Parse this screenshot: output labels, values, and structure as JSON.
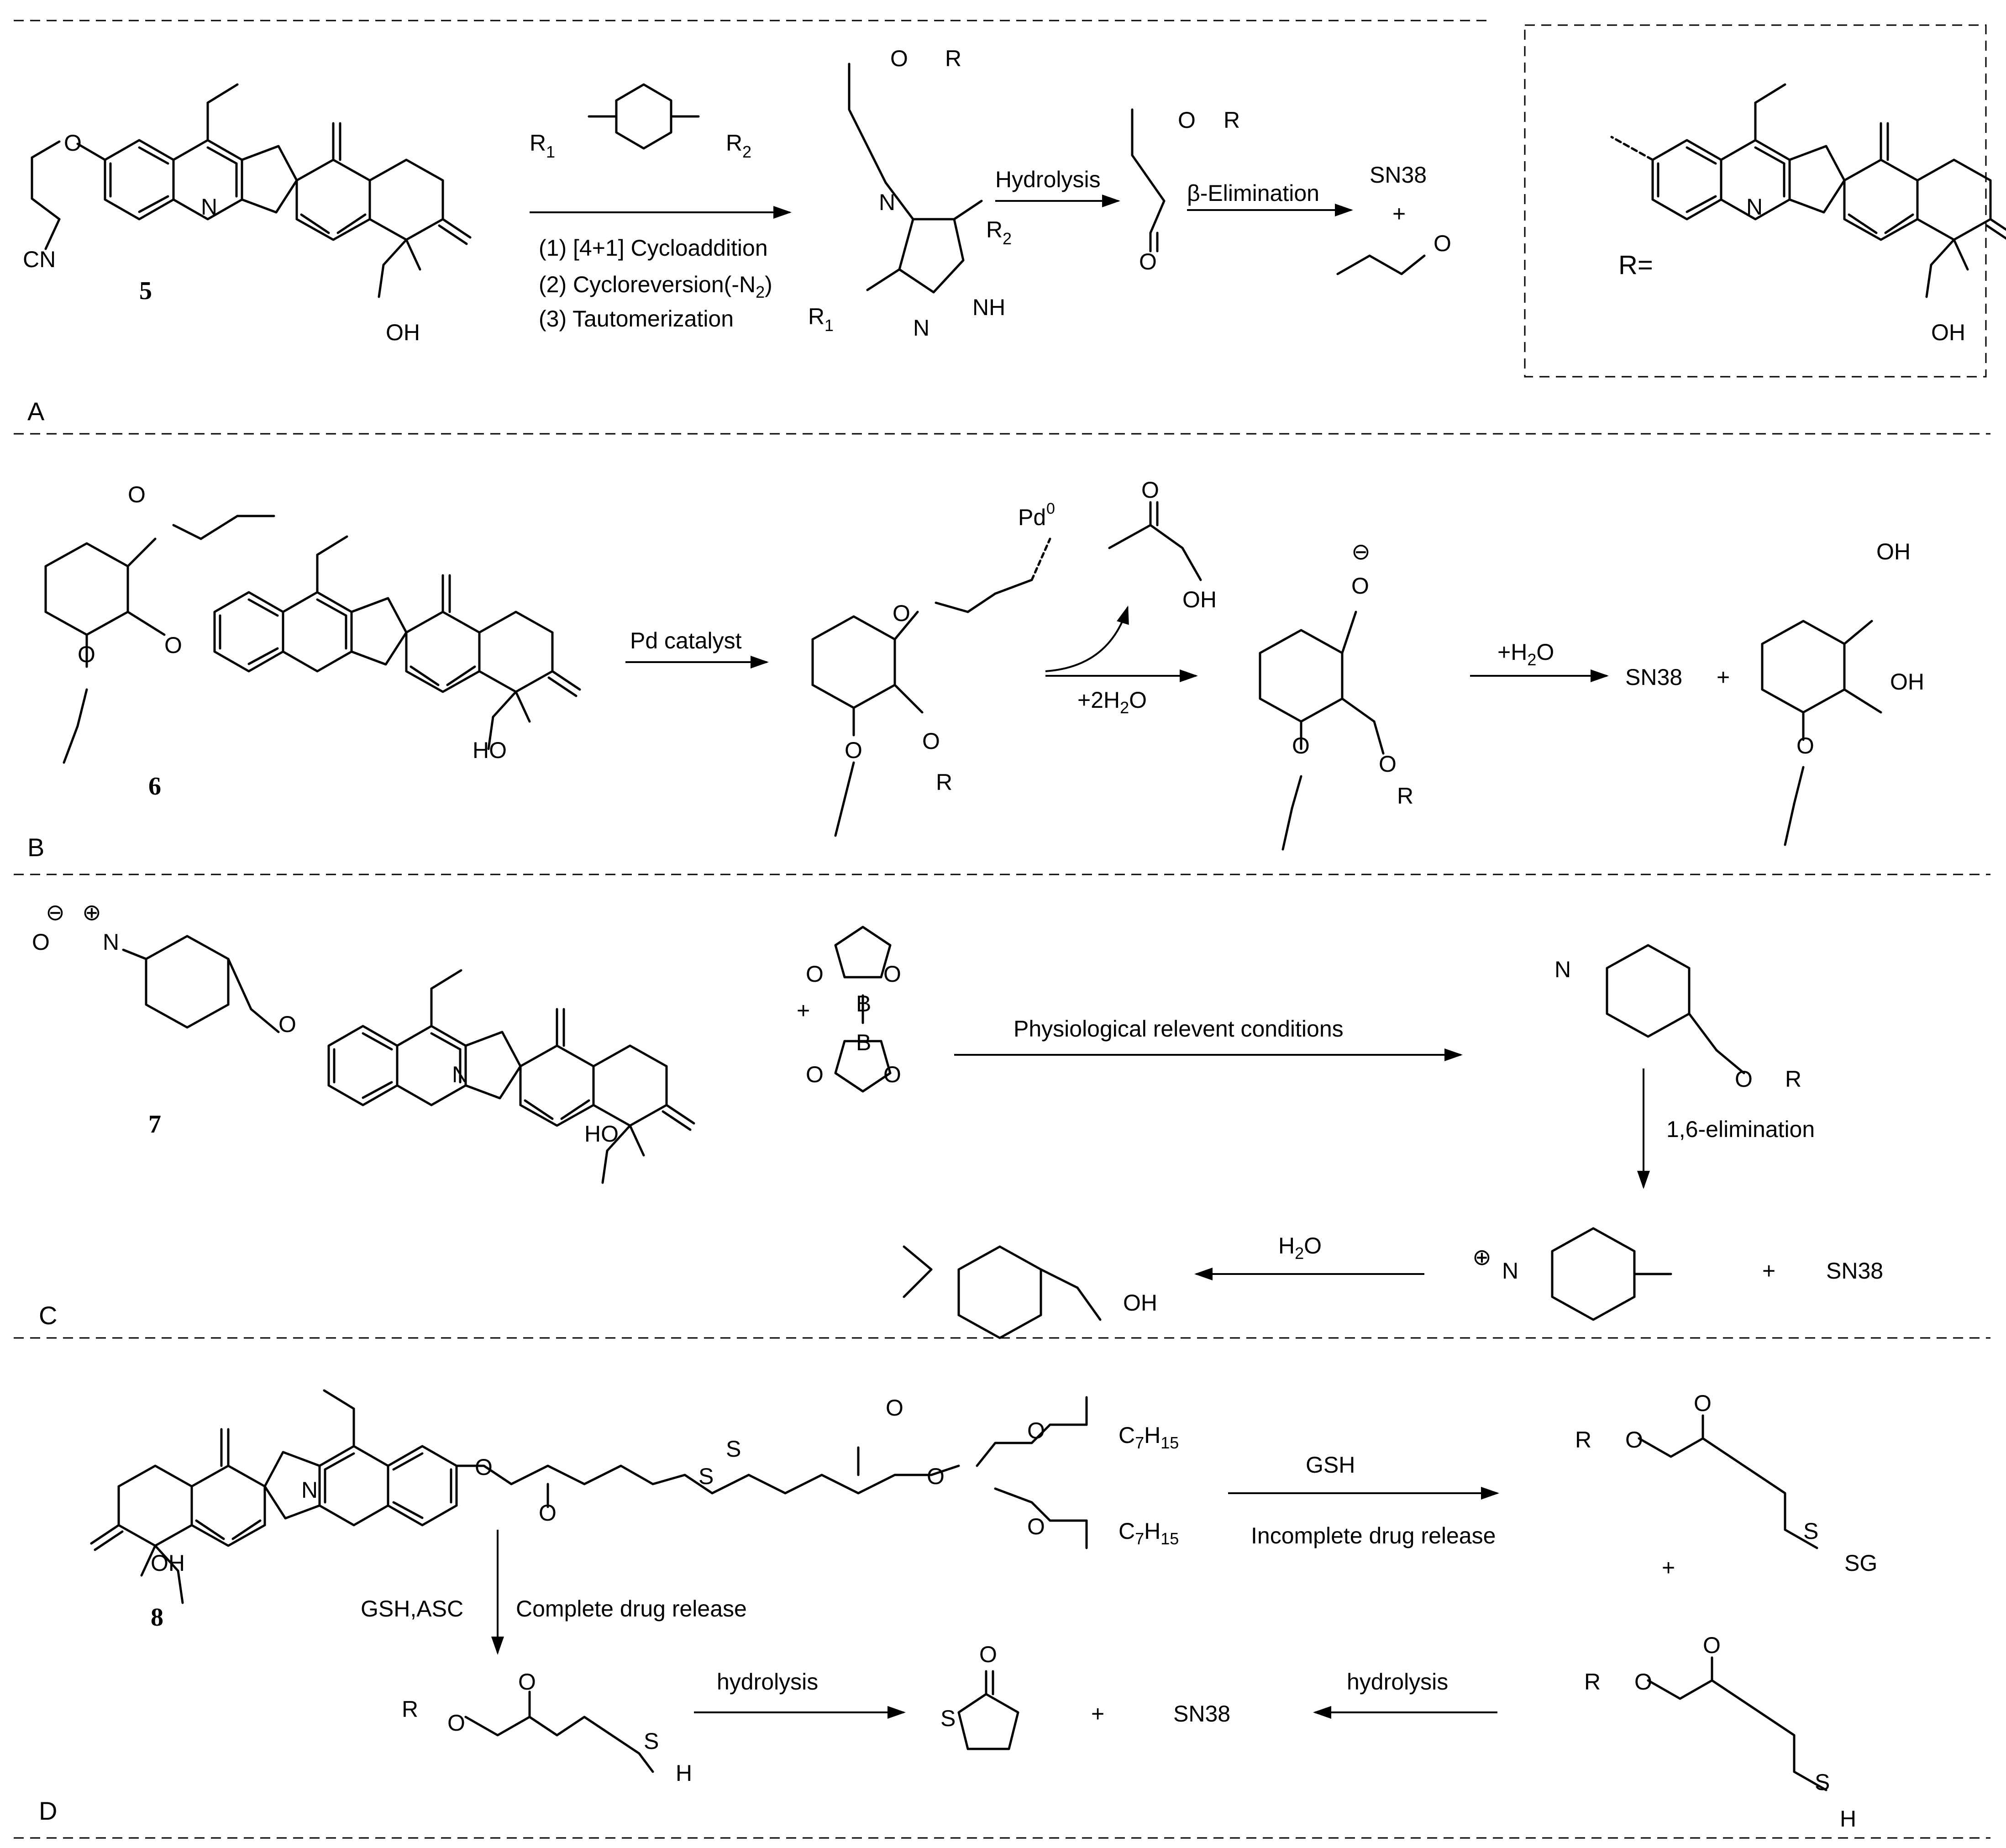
{
  "panels": {
    "A": {
      "label": "A",
      "compound": "5",
      "cn": "CN",
      "tetrazine_n": "N",
      "r1": "R",
      "r1_sub": "1",
      "r2": "R",
      "r2_sub": "2",
      "step1": "(1) [4+1] Cycloaddition",
      "step2_main": "(2) Cycloreversion(-N",
      "step2_sub": "2",
      "step2_end": ")",
      "step3": "(3) Tautomerization",
      "o": "O",
      "r": "R",
      "n": "N",
      "nh": "NH",
      "oh": "OH",
      "hydrolysis": "Hydrolysis",
      "beta_elim": "β-Elimination",
      "sn38": "SN38",
      "plus": "+",
      "r_def": "R="
    },
    "B": {
      "label": "B",
      "compound": "6",
      "pd_catalyst": "Pd catalyst",
      "pd": "Pd",
      "pd_sup": "0",
      "water2_pre": "+2H",
      "water2_sub": "2",
      "water2_post": "O",
      "water_pre": "+H",
      "water_sub": "2",
      "water_post": "O",
      "oh": "OH",
      "o": "O",
      "r": "R",
      "ho": "HO",
      "minus": "⊖",
      "sn38": "SN38",
      "plus": "+"
    },
    "C": {
      "label": "C",
      "compound": "7",
      "o_minus": "O",
      "minus": "⊖",
      "plus_charge": "⊕",
      "n": "N",
      "b": "B",
      "o": "O",
      "r": "R",
      "ho": "HO",
      "plus": "+",
      "conditions": "Physiological relevent conditions",
      "elimination": "1,6-elimination",
      "water_pre": "H",
      "water_sub": "2",
      "water_post": "O",
      "oh": "OH",
      "sn38": "SN38"
    },
    "D": {
      "label": "D",
      "compound": "8",
      "c7h15_c": "C",
      "c7h15_7": "7",
      "c7h15_h": "H",
      "c7h15_15": "15",
      "gsh": "GSH",
      "incomplete": "Incomplete drug release",
      "gsh_asc": "GSH,ASC",
      "complete": "Complete drug release",
      "hydrolysis": "hydrolysis",
      "r": "R",
      "o": "O",
      "s": "S",
      "h": "H",
      "sg": "SG",
      "oh": "OH",
      "n": "N",
      "plus": "+",
      "sn38": "SN38"
    }
  }
}
